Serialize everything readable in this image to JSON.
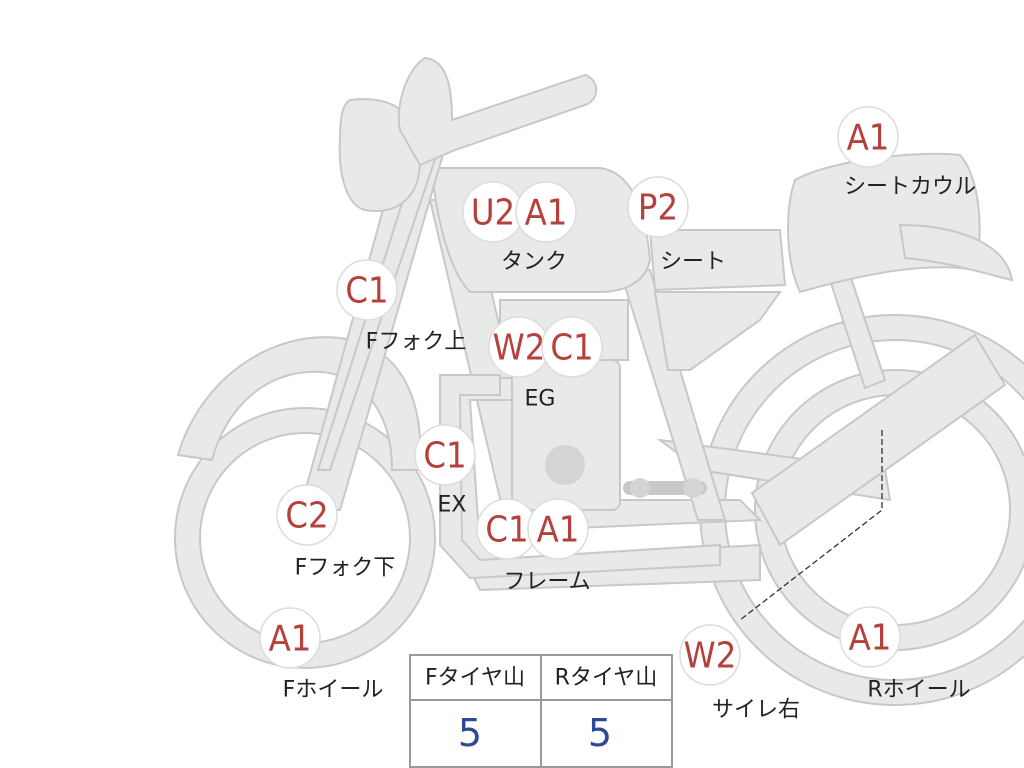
{
  "parts": [
    {
      "id": "tank",
      "codes": [
        "U2",
        "A1"
      ],
      "label": "タンク"
    },
    {
      "id": "seat",
      "codes": [
        "P2"
      ],
      "label": "シート"
    },
    {
      "id": "seat-cowl",
      "codes": [
        "A1"
      ],
      "label": "シートカウル"
    },
    {
      "id": "f-fork-upper",
      "codes": [
        "C1"
      ],
      "label": "Fフォク上"
    },
    {
      "id": "engine",
      "codes": [
        "W2",
        "C1"
      ],
      "label": "EG"
    },
    {
      "id": "exhaust",
      "codes": [
        "C1"
      ],
      "label": "EX"
    },
    {
      "id": "f-fork-lower",
      "codes": [
        "C2"
      ],
      "label": "Fフォク下"
    },
    {
      "id": "frame",
      "codes": [
        "C1",
        "A1"
      ],
      "label": "フレーム"
    },
    {
      "id": "f-wheel",
      "codes": [
        "A1"
      ],
      "label": "Fホイール"
    },
    {
      "id": "muffler-right",
      "codes": [
        "W2"
      ],
      "label": "サイレ右"
    },
    {
      "id": "r-wheel",
      "codes": [
        "A1"
      ],
      "label": "Rホイール"
    }
  ],
  "tire_table": {
    "headers": [
      "Fタイヤ山",
      "Rタイヤ山"
    ],
    "values": [
      "5",
      "5"
    ]
  },
  "colors": {
    "code": "#b5413d",
    "value": "#2b4a99",
    "bike_fill": "#e9e9e7",
    "bike_stroke": "#c8c8c6"
  }
}
